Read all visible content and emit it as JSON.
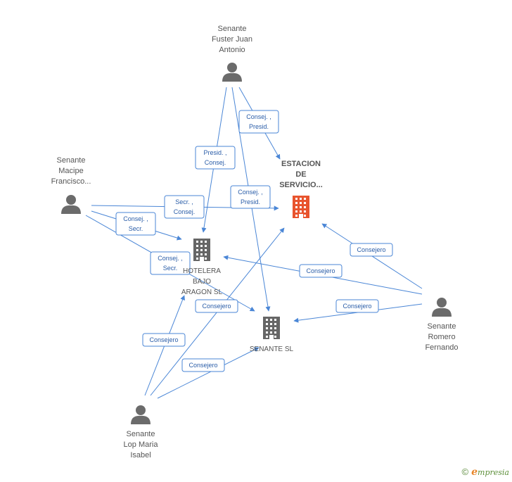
{
  "persons": [
    {
      "id": "fuster",
      "lines": [
        "Senante",
        "Fuster Juan",
        "Antonio"
      ]
    },
    {
      "id": "macipe",
      "lines": [
        "Senante",
        "Macipe",
        "Francisco..."
      ]
    },
    {
      "id": "romero",
      "lines": [
        "Senante",
        "Romero",
        "Fernando"
      ]
    },
    {
      "id": "lop",
      "lines": [
        "Senante",
        "Lop Maria",
        "Isabel"
      ]
    }
  ],
  "companies": [
    {
      "id": "estacion",
      "lines": [
        "ESTACION",
        "DE",
        "SERVICIO..."
      ],
      "color": "#e8542e",
      "main": true
    },
    {
      "id": "hotelera",
      "lines": [
        "HOTELERA",
        "BAJO",
        "ARAGON SL"
      ],
      "color": "#666666",
      "main": false
    },
    {
      "id": "senante_sl",
      "lines": [
        "SENANTE SL"
      ],
      "color": "#666666",
      "main": false
    }
  ],
  "edges": [
    {
      "from": "fuster",
      "to": "estacion",
      "label": [
        "Consej. ,",
        "Presid."
      ]
    },
    {
      "from": "fuster",
      "to": "hotelera",
      "label": [
        "Presid. ,",
        "Consej."
      ]
    },
    {
      "from": "fuster",
      "to": "senante_sl",
      "label": [
        "Consej. ,",
        "Presid."
      ]
    },
    {
      "from": "macipe",
      "to": "estacion",
      "label": [
        "Secr. ,",
        "Consej."
      ]
    },
    {
      "from": "macipe",
      "to": "hotelera",
      "label": [
        "Consej. ,",
        "Secr."
      ]
    },
    {
      "from": "macipe",
      "to": "senante_sl",
      "label": [
        "Consej. ,",
        "Secr."
      ]
    },
    {
      "from": "romero",
      "to": "estacion",
      "label": [
        "Consejero"
      ]
    },
    {
      "from": "romero",
      "to": "hotelera",
      "label": [
        "Consejero"
      ]
    },
    {
      "from": "romero",
      "to": "senante_sl",
      "label": [
        "Consejero"
      ]
    },
    {
      "from": "lop",
      "to": "hotelera",
      "label": [
        "Consejero"
      ]
    },
    {
      "from": "lop",
      "to": "estacion",
      "label": [
        "Consejero"
      ]
    },
    {
      "from": "lop",
      "to": "senante_sl",
      "label": [
        "Consejero"
      ]
    }
  ],
  "footer": {
    "copyright": "©",
    "brand_initial": "e",
    "brand_rest": "mpresia"
  }
}
